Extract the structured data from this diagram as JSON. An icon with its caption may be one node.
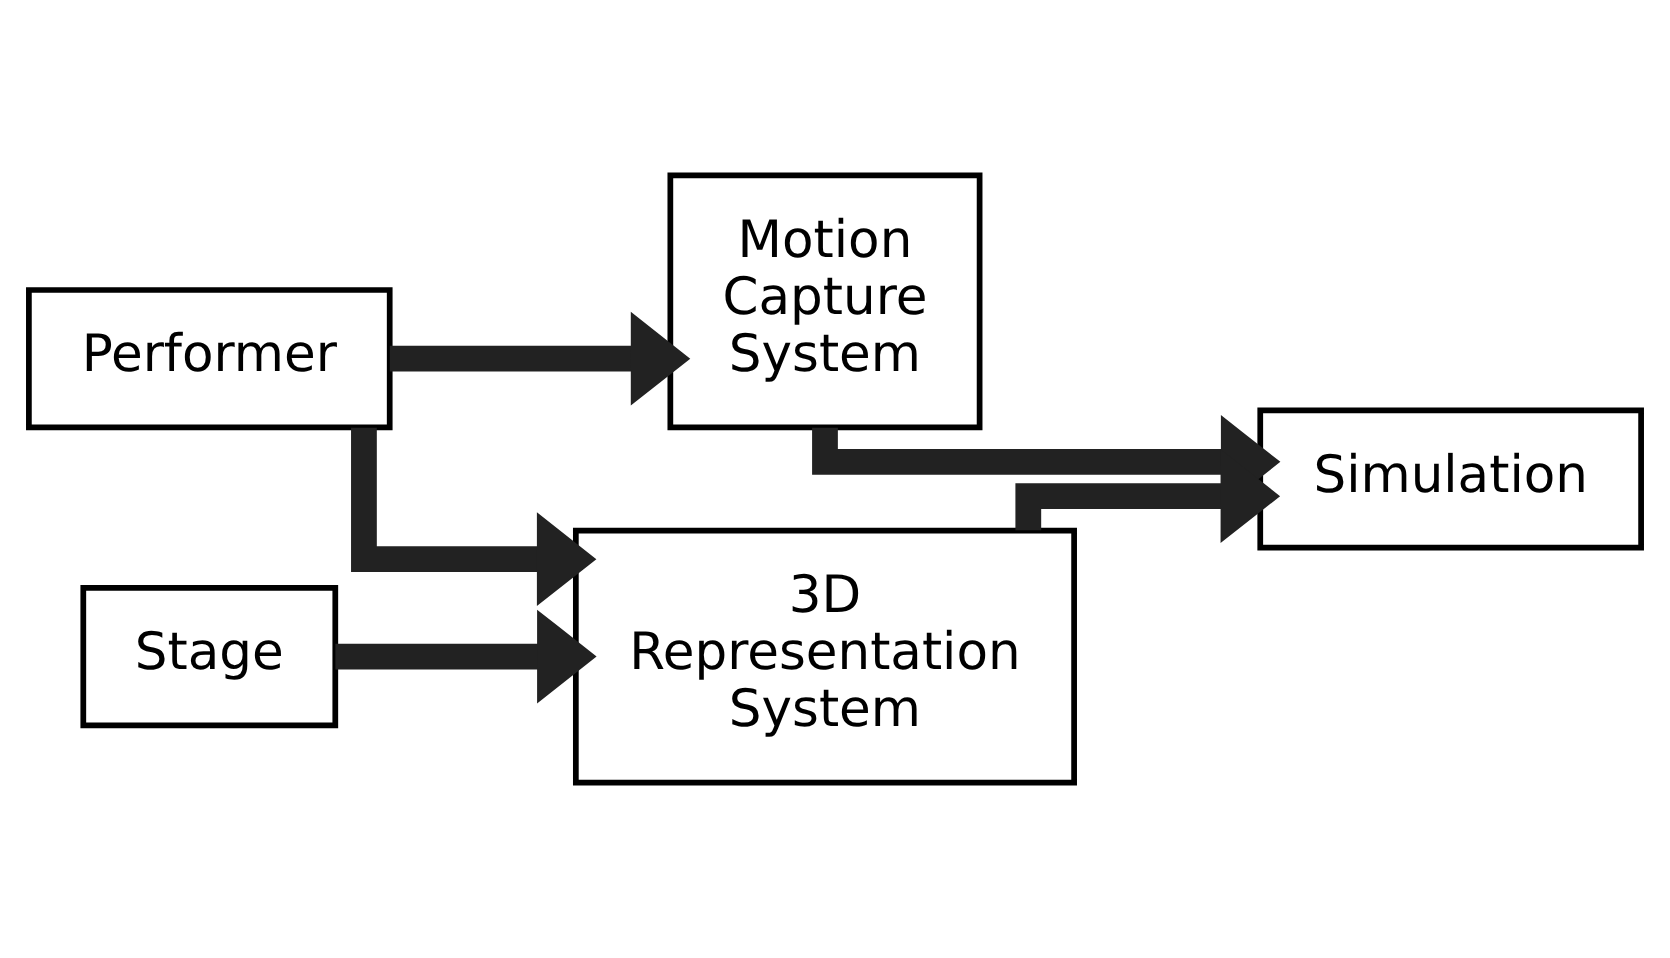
{
  "diagram": {
    "nodes": [
      {
        "text": [
          "Performer"
        ]
      },
      {
        "text": [
          "Motion Capture System"
        ]
      },
      {
        "text": [
          "3D Representation System"
        ]
      },
      {
        "text": [
          "Stage"
        ]
      },
      {
        "text": [
          "Simulation"
        ]
      }
    ],
    "edges": [
      {
        "from": 0,
        "to": 1,
        "arrow": "to"
      },
      {
        "from": 0,
        "to": 2,
        "arrow": "to"
      },
      {
        "from": 3,
        "to": 2,
        "arrow": "to"
      },
      {
        "from": 1,
        "to": 4,
        "arrow": "to"
      },
      {
        "from": 2,
        "to": 4,
        "arrow": "to"
      }
    ]
  }
}
